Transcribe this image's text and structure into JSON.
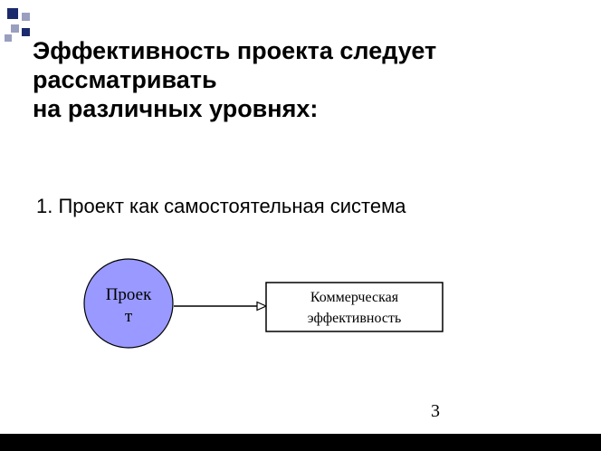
{
  "title": {
    "lines": [
      "Эффективность проекта следует",
      "рассматривать",
      "на различных уровнях:"
    ]
  },
  "list": {
    "item_1": "1. Проект как самостоятельная система"
  },
  "diagram": {
    "circle_label_line1": "Проек",
    "circle_label_line2": "т",
    "box_label_line1": "Коммерческая",
    "box_label_line2": "эффективность"
  },
  "page_number": "3",
  "colors": {
    "accent_navy": "#1a2a6c",
    "accent_gray": "#9a9fc0",
    "circle_fill": "#9999ff",
    "bar": "#000000"
  }
}
